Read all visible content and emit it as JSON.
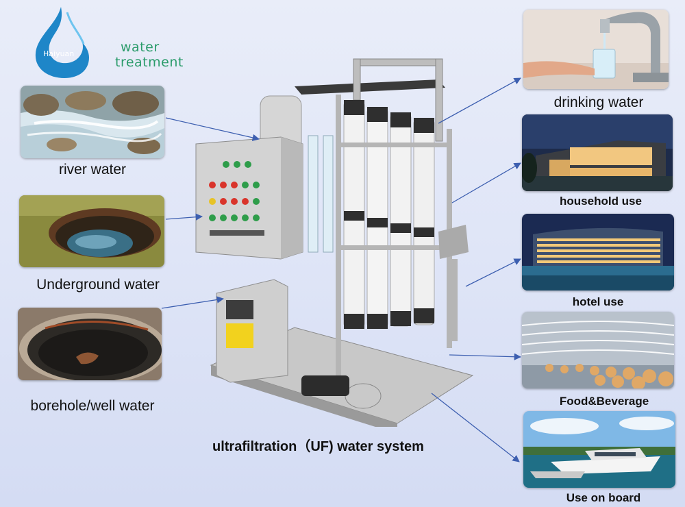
{
  "logo": {
    "brand": "Haiyuan",
    "line1": "water",
    "line2": "treatment"
  },
  "sources": [
    {
      "label": "river water",
      "image": "river-water-photo"
    },
    {
      "label": "Underground water",
      "image": "underground-water-photo"
    },
    {
      "label": "borehole/well  water",
      "image": "borehole-well-photo"
    }
  ],
  "uses": [
    {
      "label": "drinking water",
      "image": "drinking-water-photo"
    },
    {
      "label": "household use",
      "image": "household-use-photo"
    },
    {
      "label": "hotel use",
      "image": "hotel-use-photo"
    },
    {
      "label": "Food&Beverage",
      "image": "food-beverage-photo"
    },
    {
      "label": "Use on board",
      "image": "use-on-board-photo"
    }
  ],
  "system_title": "ultrafiltration（UF) water system",
  "colors": {
    "arrow": "#3d5fb0",
    "logo_green": "#2a9b6a",
    "logo_blue": "#1e86c8"
  }
}
